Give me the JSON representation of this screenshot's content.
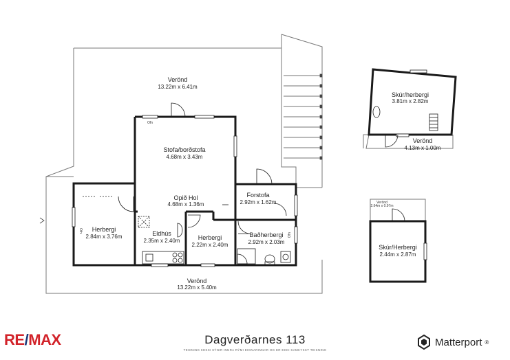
{
  "rooms": {
    "veronda_top": {
      "name": "Verönd",
      "dim": "13.22m x 6.41m"
    },
    "stofa": {
      "name": "Stofa/borðstofa",
      "dim": "4.68m x 3.43m"
    },
    "opid_hol": {
      "name": "Opið Hol",
      "dim": "4.68m x 1.36m"
    },
    "forstofa": {
      "name": "Forstofa",
      "dim": "2.92m x 1.62m"
    },
    "herbergi_left": {
      "name": "Herbergi",
      "dim": "2.84m x 3.76m"
    },
    "eldhus": {
      "name": "Eldhús",
      "dim": "2.35m x 2.40m"
    },
    "herbergi_mid": {
      "name": "Herbergi",
      "dim": "2.22m x 2.40m"
    },
    "badherbergi": {
      "name": "Baðherbergi",
      "dim": "2.92m x 2.03m"
    },
    "veronda_bottom": {
      "name": "Verönd",
      "dim": "13.22m x 5.40m"
    },
    "skur_top": {
      "name": "Skúr/herbergi",
      "dim": "3.81m x 2.82m"
    },
    "veronda_skur": {
      "name": "Verönd",
      "dim": "4.13m x 1.00m"
    },
    "veronda_small": {
      "name": "Verönd",
      "dim": "2.64m x 0.97m"
    },
    "skur_bottom": {
      "name": "Skúr/Herbergi",
      "dim": "2.44m x 2.87m"
    }
  },
  "window_labels": {
    "ofn1": "Ofn",
    "ofn2": "Ofn",
    "ofn3": "Ofn"
  },
  "footer": {
    "address": "Dagverðarnes 113",
    "note": "TEIKNING ÞESSI SÝNIR INNRA RÝMI EIGNARINNAR OG ER EKKI SAMÞYKKT TEIKNING"
  },
  "logos": {
    "remax_r": "RE",
    "remax_slash": "/",
    "remax_max": "MAX",
    "matterport": "Matterport",
    "matterport_mark": "®"
  },
  "colors": {
    "wall": "#1a1a1a",
    "deck_line": "#777777",
    "remax_red": "#d2232a",
    "remax_blue": "#1a3a7a"
  }
}
